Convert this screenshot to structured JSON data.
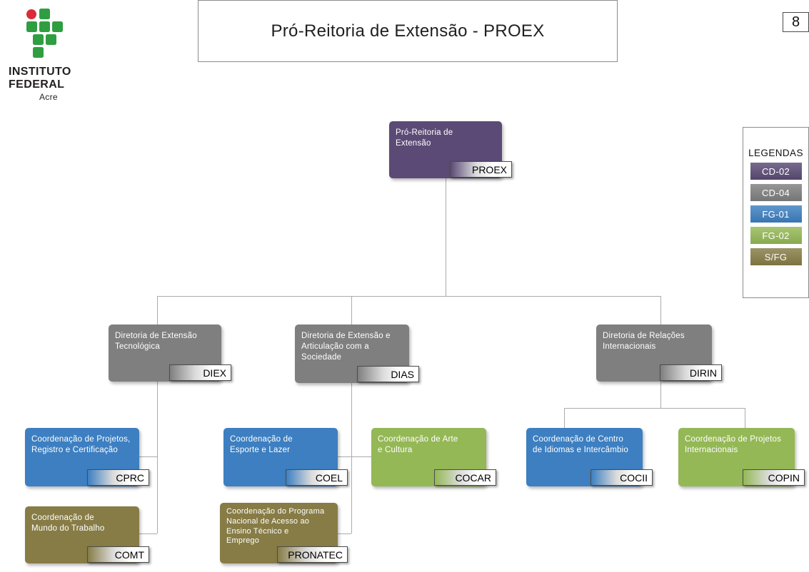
{
  "page": {
    "title": "Pró-Reitoria de Extensão - PROEX",
    "page_number": "8",
    "background_color": "#ffffff",
    "connector_color": "#ababab"
  },
  "logo": {
    "institution_line1": "INSTITUTO",
    "institution_line2": "FEDERAL",
    "campus": "Acre",
    "green": "#2f9e41",
    "red": "#da2c38"
  },
  "legend": {
    "title": "LEGENDAS",
    "items": [
      {
        "label": "CD-02",
        "color": "#5b4a75"
      },
      {
        "label": "CD-04",
        "color": "#7f7f7f"
      },
      {
        "label": "FG-01",
        "color": "#3d7fc1"
      },
      {
        "label": "FG-02",
        "color": "#94b855"
      },
      {
        "label": "S/FG",
        "color": "#877c46"
      }
    ]
  },
  "nodes": {
    "proex": {
      "label": "Pró-Reitoria de\nExtensão",
      "tag": "PROEX",
      "level": "CD-02",
      "color": "#5b4a75"
    },
    "diex": {
      "label": "Diretoria de Extensão\nTecnológica",
      "tag": "DIEX",
      "level": "CD-04",
      "color": "#7f7f7f"
    },
    "dias": {
      "label": "Diretoria de Extensão e\nArticulação com a\nSociedade",
      "tag": "DIAS",
      "level": "CD-04",
      "color": "#7f7f7f"
    },
    "dirin": {
      "label": "Diretoria de Relações\nInternacionais",
      "tag": "DIRIN",
      "level": "CD-04",
      "color": "#7f7f7f"
    },
    "cprc": {
      "label": "Coordenação de Projetos,\nRegistro e Certificação",
      "tag": "CPRC",
      "level": "FG-01",
      "color": "#3d7fc1"
    },
    "comt": {
      "label": "Coordenação de\nMundo do Trabalho",
      "tag": "COMT",
      "level": "S/FG",
      "color": "#877c46"
    },
    "coel": {
      "label": "Coordenação de\nEsporte e Lazer",
      "tag": "COEL",
      "level": "FG-01",
      "color": "#3d7fc1"
    },
    "cocar": {
      "label": "Coordenação de Arte\ne Cultura",
      "tag": "COCAR",
      "level": "FG-02",
      "color": "#94b855"
    },
    "pronatec": {
      "label": "Coordenação do Programa\nNacional de Acesso ao\nEnsino Técnico e\nEmprego",
      "tag": "PRONATEC",
      "level": "S/FG",
      "color": "#877c46"
    },
    "cocii": {
      "label": "Coordenação de Centro\nde Idiomas e Intercâmbio",
      "tag": "COCII",
      "level": "FG-01",
      "color": "#3d7fc1"
    },
    "copin": {
      "label": "Coordenação de Projetos\nInternacionais",
      "tag": "COPIN",
      "level": "FG-02",
      "color": "#94b855"
    }
  }
}
